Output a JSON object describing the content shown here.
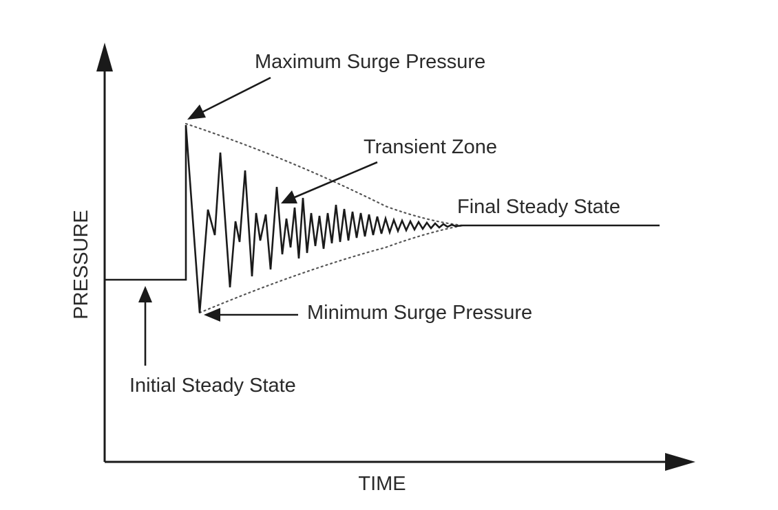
{
  "axes": {
    "y_label": "PRESSURE",
    "x_label": "TIME"
  },
  "annotations": {
    "maximum_surge": "Maximum Surge Pressure",
    "transient_zone": "Transient Zone",
    "final_steady": "Final Steady State",
    "minimum_surge": "Minimum Surge Pressure",
    "initial_steady": "Initial Steady State"
  },
  "colors": {
    "line": "#1a1a1a",
    "text": "#2a2a2a",
    "envelope": "#555555"
  }
}
